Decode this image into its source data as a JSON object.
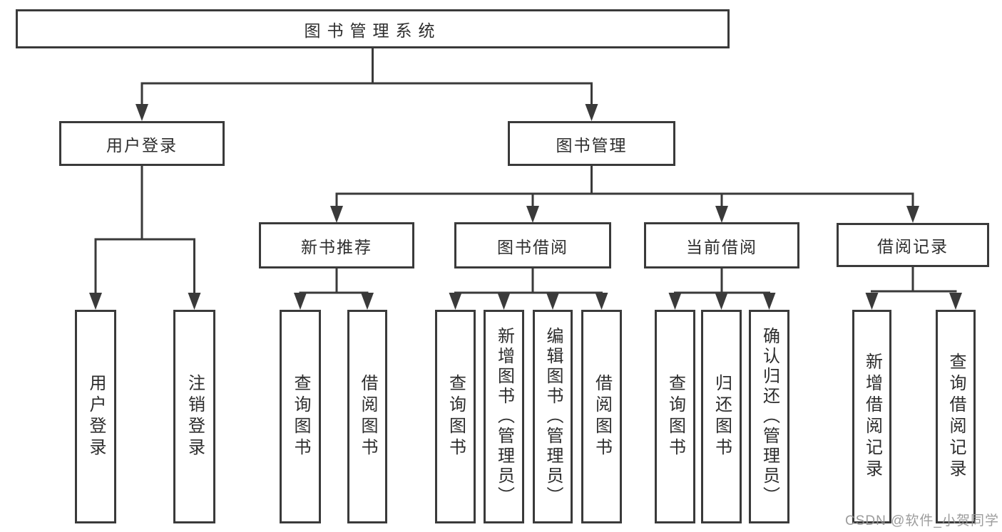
{
  "diagram": {
    "title": "图书管理系统",
    "tree": {
      "root": "图书管理系统",
      "branches": [
        {
          "label": "用户登录",
          "children": [
            "用户登录",
            "注销登录"
          ]
        },
        {
          "label": "图书管理",
          "groups": [
            {
              "label": "新书推荐",
              "children": [
                "查询图书",
                "借阅图书"
              ]
            },
            {
              "label": "图书借阅",
              "children": [
                "查询图书",
                "新增图书（管理员）",
                "编辑图书（管理员）",
                "借阅图书"
              ]
            },
            {
              "label": "当前借阅",
              "children": [
                "查询图书",
                "归还图书",
                "确认归还（管理员）"
              ]
            },
            {
              "label": "借阅记录",
              "children": [
                "新增借阅记录",
                "查询借阅记录"
              ]
            }
          ]
        }
      ]
    },
    "colors": {
      "line": "#3a3a3a",
      "text": "#2d2d2d",
      "background": "#ffffff",
      "watermark": "#949494"
    }
  },
  "watermark": "CSDN @软件_小贺同学"
}
